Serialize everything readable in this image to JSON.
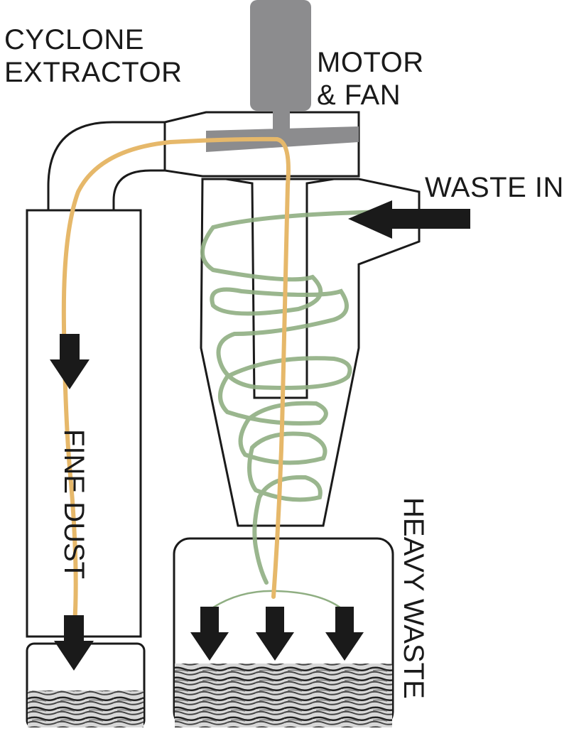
{
  "labels": {
    "cyclone_line1": "CYCLONE",
    "cyclone_line2": "EXTRACTOR",
    "motor_line1": "MOTOR",
    "motor_line2": "& FAN",
    "waste_in": "WASTE IN",
    "fine_dust": "FINE DUST",
    "heavy_waste": "HEAVY WASTE"
  },
  "colors": {
    "outline": "#1a1a1a",
    "motor": "#8c8c8e",
    "air_flow": "#e6b86a",
    "heavy_flow": "#8fae82",
    "arrow": "#1a1a1a",
    "debris": "#555555"
  },
  "icons": {
    "flow_arrow": "down-arrow-icon",
    "inlet_arrow": "left-arrow-icon"
  }
}
